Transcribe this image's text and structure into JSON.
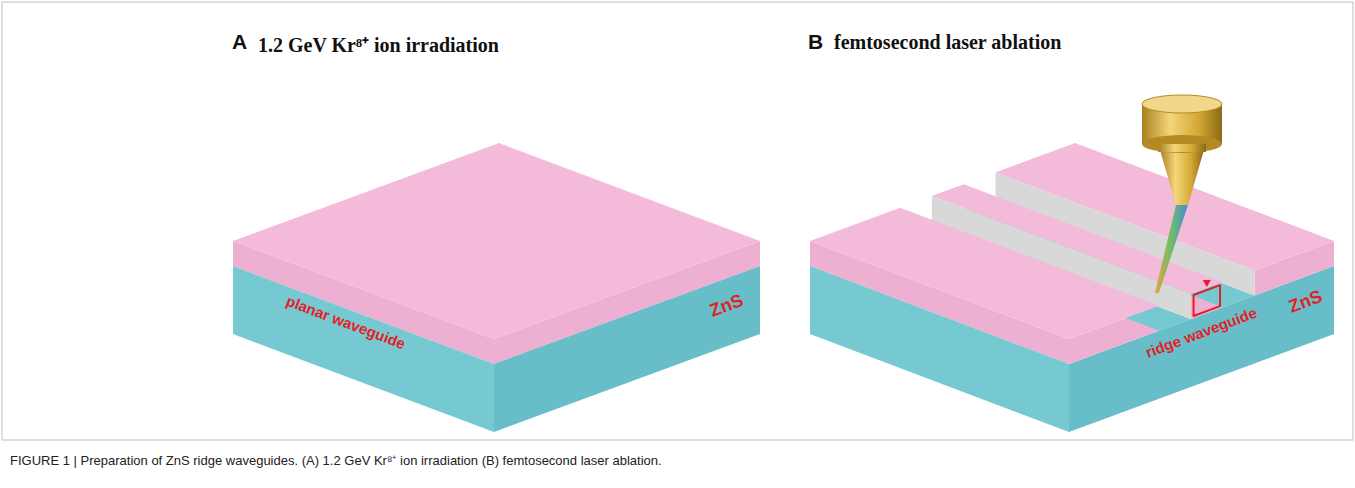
{
  "diagram": {
    "caption": "FIGURE 1 | Preparation of ZnS ridge waveguides. (A) 1.2 GeV Kr⁸⁺ ion irradiation (B) femtosecond laser ablation.",
    "labels": [
      "A",
      "1.2 GeV Kr⁸⁺ ion irradiation",
      "B",
      "femtosecond laser ablation",
      "planar waveguide",
      "ZnS",
      "ridge waveguide",
      "ZnS"
    ]
  }
}
